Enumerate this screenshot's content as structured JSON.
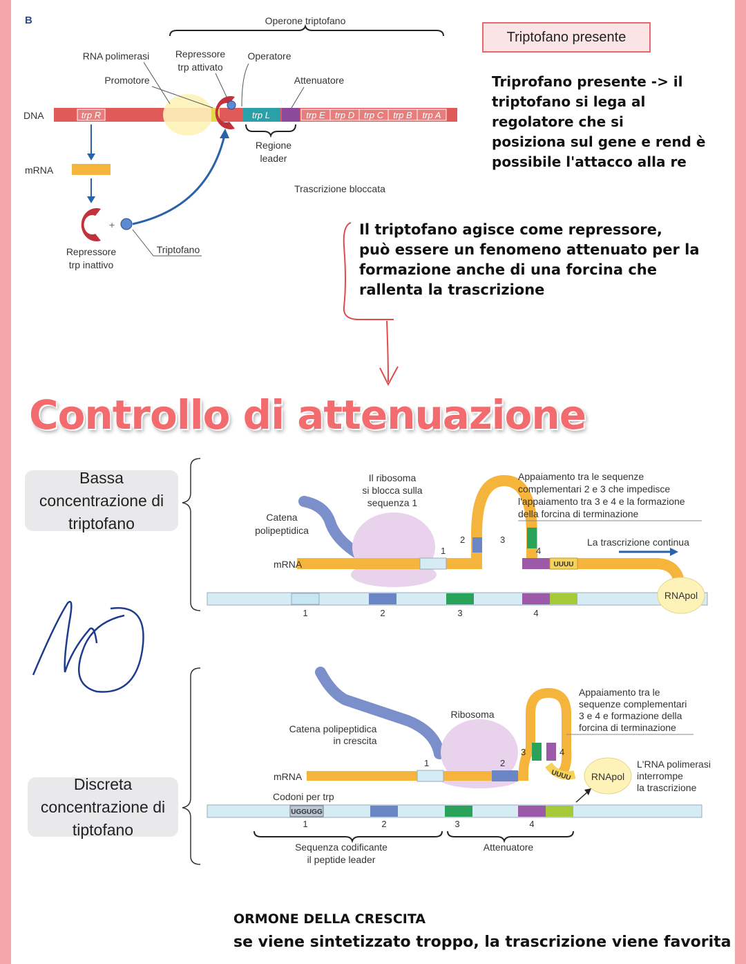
{
  "panel_letter": "B",
  "operon": {
    "label": "Operone triptofano",
    "dna": "DNA",
    "mrna": "mRNA",
    "genes": [
      "trp R",
      "trp L",
      "trp E",
      "trp D",
      "trp C",
      "trp B",
      "trp A"
    ],
    "rna_pol": "RNA polimerasi",
    "promoter": "Promotore",
    "repressor_active": [
      "Repressore",
      "trp attivato"
    ],
    "operator": "Operatore",
    "attenuator": "Attenuatore",
    "leader_region": [
      "Regione",
      "leader"
    ],
    "blocked": "Trascrizione bloccata",
    "repressor_inactive": [
      "Repressore",
      "trp inattivo"
    ],
    "tryptophan": "Triptofano",
    "plus": "+"
  },
  "tag_box": "Triptofano presente",
  "note_top": [
    "Triprofano presente -> il",
    "triptofano si lega al",
    "regolatore che si",
    "posiziona sul gene e rend è",
    "possibile l'attacco alla re"
  ],
  "note_middle": [
    "Il triptofano agisce come repressore,",
    "può essere un fenomeno attenuato per la",
    "formazione anche di una forcina che",
    "rallenta la trascrizione"
  ],
  "title": "Controllo di attenuazione",
  "low": {
    "box": [
      "Bassa",
      "concentrazione di",
      "triptofano"
    ],
    "ribosome": [
      "Il ribosoma",
      "si blocca sulla",
      "sequenza 1"
    ],
    "chain": [
      "Catena",
      "polipeptidica"
    ],
    "pairing": [
      "Appaiamento tra le sequenze",
      "complementari 2 e 3 che impedisce",
      "l'appaiamento tra 3 e 4 e la formazione",
      "della forcina di terminazione"
    ],
    "continues": "La trascrizione continua",
    "mrna": "mRNA",
    "uuuu": "UUUU",
    "rnapol": "RNApol",
    "nums": [
      "1",
      "2",
      "3",
      "4"
    ]
  },
  "high": {
    "box": [
      "Discreta",
      "concentrazione di",
      "tiptofano"
    ],
    "ribosome": "Ribosoma",
    "chain": [
      "Catena polipeptidica",
      "in crescita"
    ],
    "pairing": [
      "Appaiamento tra le",
      "sequenze complementari",
      "3 e 4 e formazione della",
      "forcina di terminazione"
    ],
    "rnapol": "RNApol",
    "stop": [
      "L'RNA polimerasi",
      "interrompe",
      "la trascrizione"
    ],
    "mrna": "mRNA",
    "codons": "Codoni per trp",
    "uggugg": "UGGUGG",
    "uuuu": "UUUU",
    "leader_seq": [
      "Sequenza codificante",
      "il peptide leader"
    ],
    "attenuator": "Attenuatore",
    "nums": [
      "1",
      "2",
      "3",
      "4"
    ]
  },
  "bottom_title": "ORMONE DELLA CRESCITA",
  "bottom_text": "se viene sintetizzato troppo, la trascrizione viene favorita",
  "colors": {
    "frame": "#f4a6a8",
    "title": "#f26b6e",
    "mrna": "#f5b43c",
    "dna": "#e05a5a",
    "seq_blue": "#6b86c4",
    "seq_green": "#2aa35a",
    "seq_purple": "#9b59a8",
    "seq_lime": "#a6c93a"
  }
}
